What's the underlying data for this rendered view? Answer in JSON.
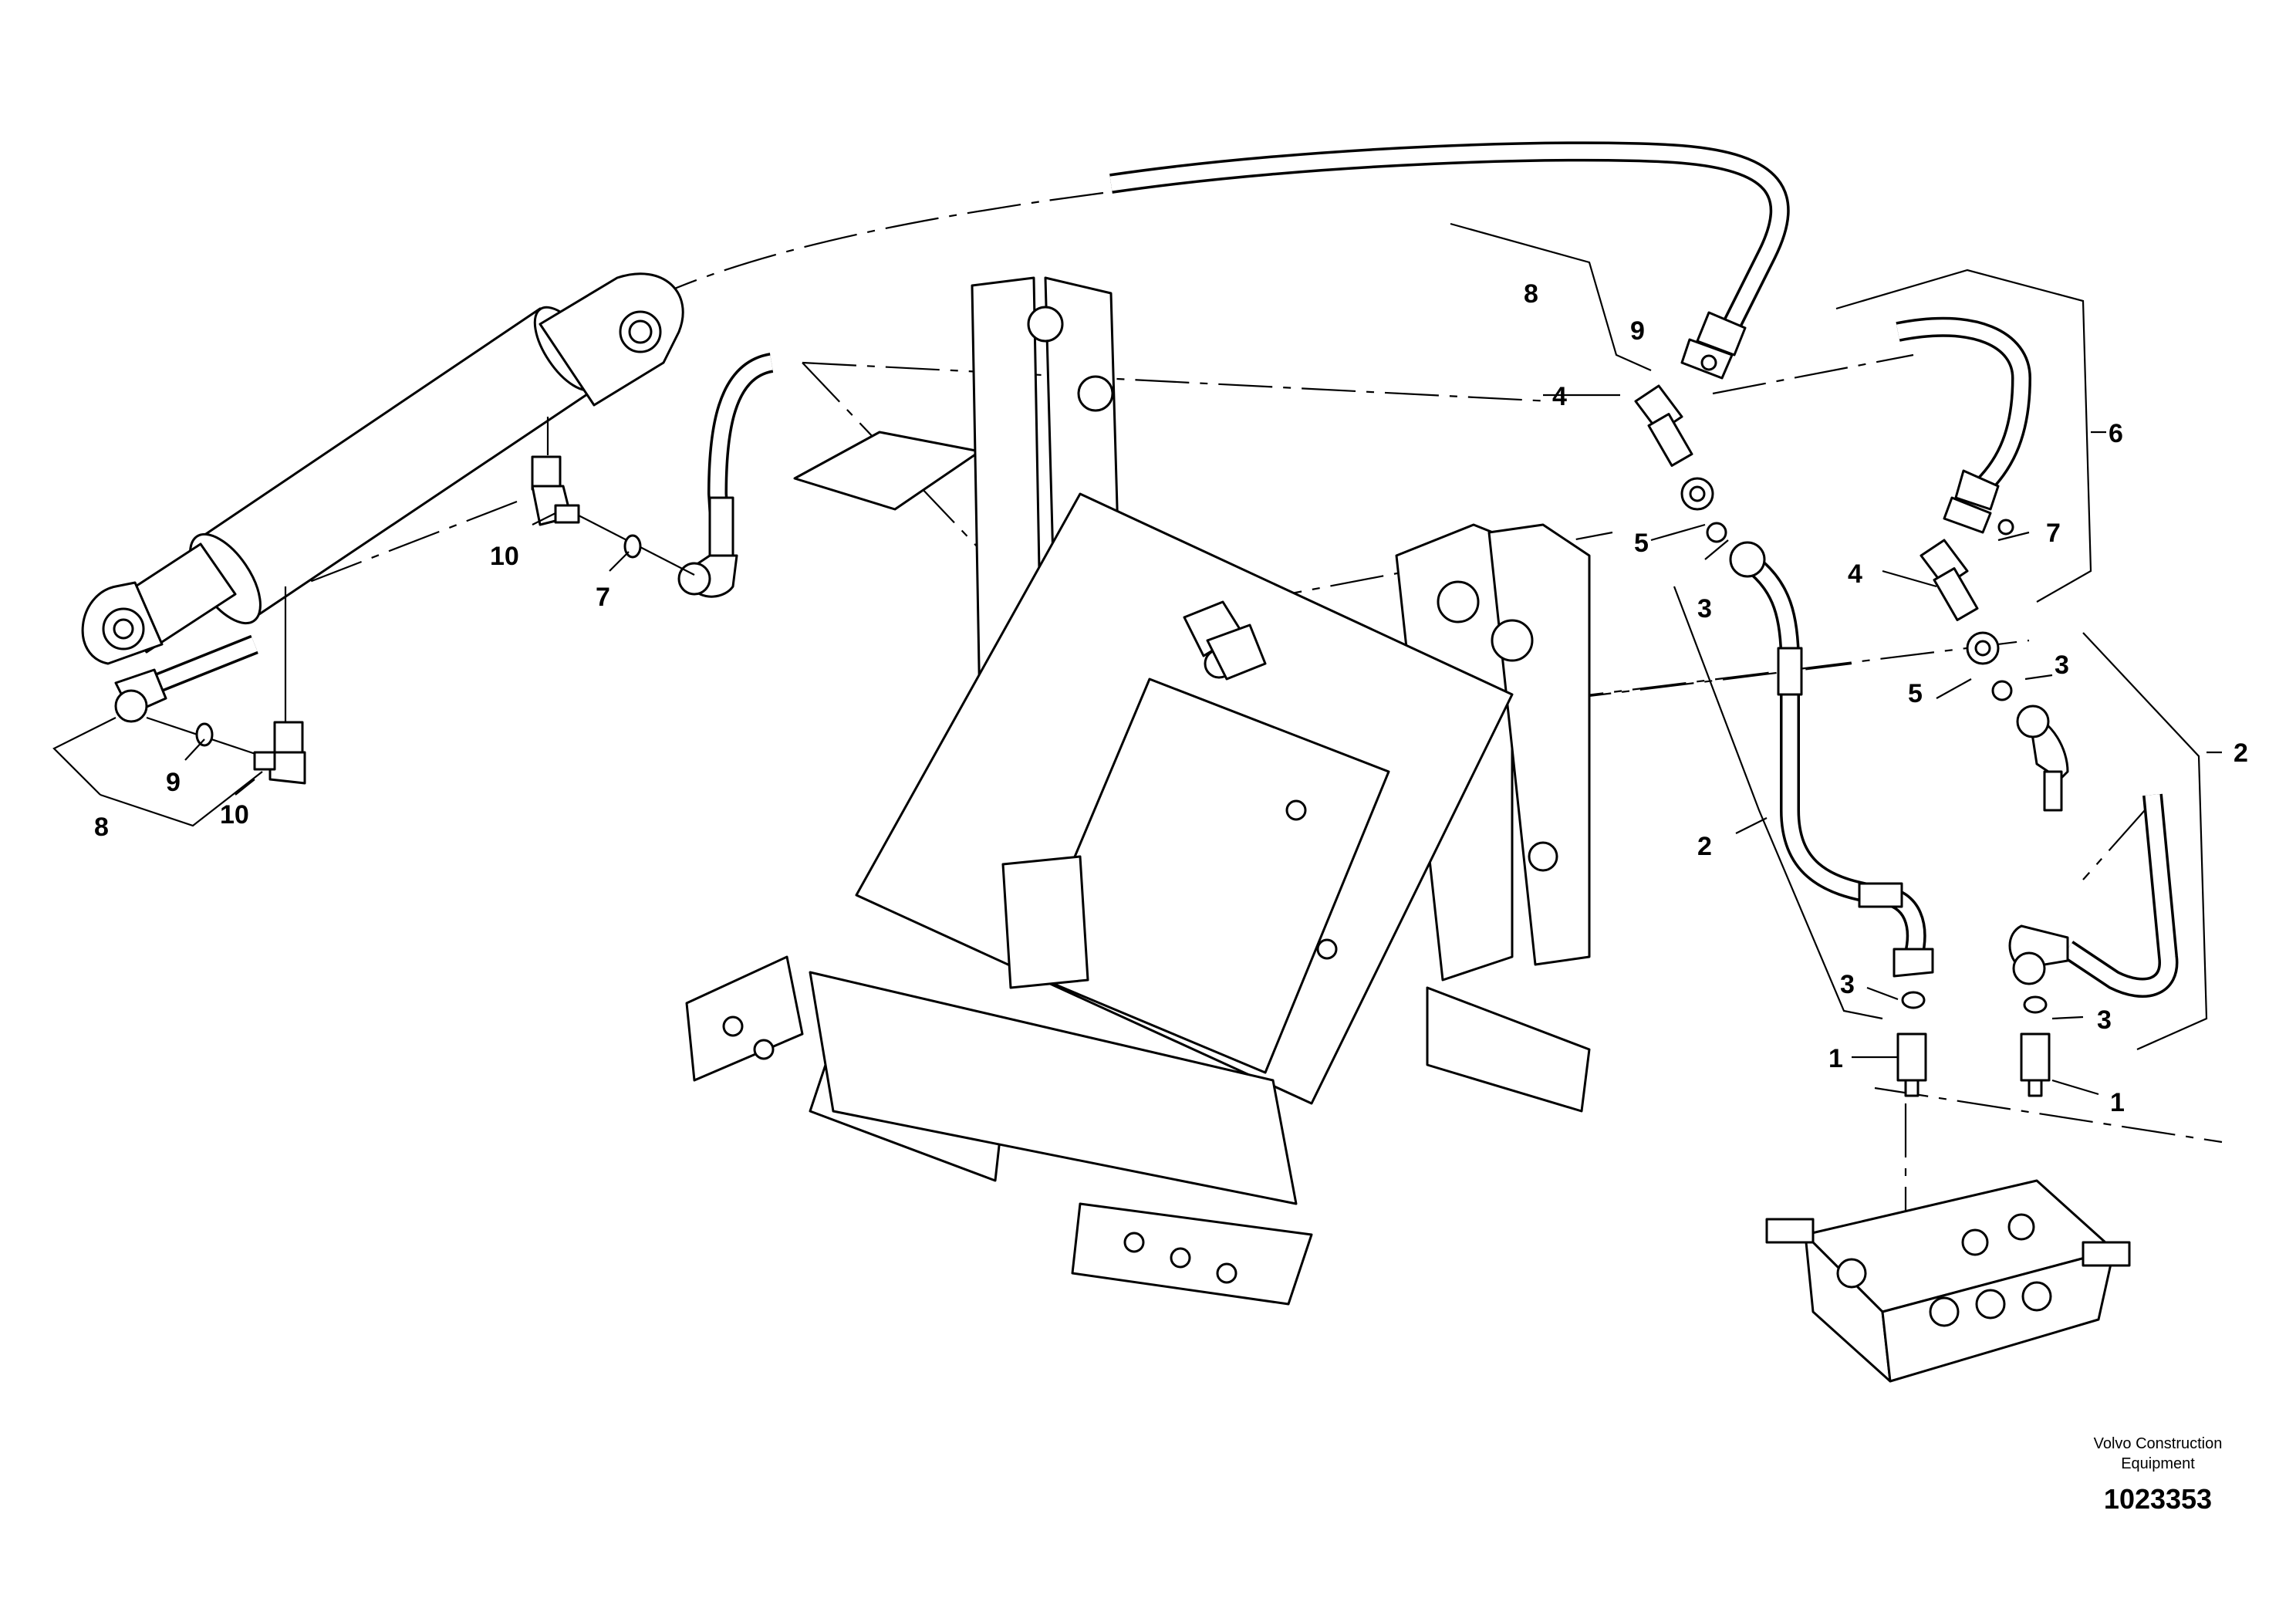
{
  "callouts": [
    {
      "id": "c8-top",
      "text": "8"
    },
    {
      "id": "c9-top",
      "text": "9"
    },
    {
      "id": "c4-top",
      "text": "4"
    },
    {
      "id": "c5-top",
      "text": "5"
    },
    {
      "id": "c3-top",
      "text": "3"
    },
    {
      "id": "c6",
      "text": "6"
    },
    {
      "id": "c7-right",
      "text": "7"
    },
    {
      "id": "c4-right",
      "text": "4"
    },
    {
      "id": "c5-right",
      "text": "5"
    },
    {
      "id": "c3-right",
      "text": "3"
    },
    {
      "id": "c2-right",
      "text": "2"
    },
    {
      "id": "c2-left",
      "text": "2"
    },
    {
      "id": "c3-lower-left",
      "text": "3"
    },
    {
      "id": "c3-lower-right",
      "text": "3"
    },
    {
      "id": "c1-left",
      "text": "1"
    },
    {
      "id": "c1-right",
      "text": "1"
    },
    {
      "id": "c10-upper",
      "text": "10"
    },
    {
      "id": "c7-left",
      "text": "7"
    },
    {
      "id": "c9-left",
      "text": "9"
    },
    {
      "id": "c10-lower",
      "text": "10"
    },
    {
      "id": "c8-left",
      "text": "8"
    }
  ],
  "footer": {
    "company_line1": "Volvo Construction",
    "company_line2": "Equipment",
    "drawing_number": "1023353"
  }
}
